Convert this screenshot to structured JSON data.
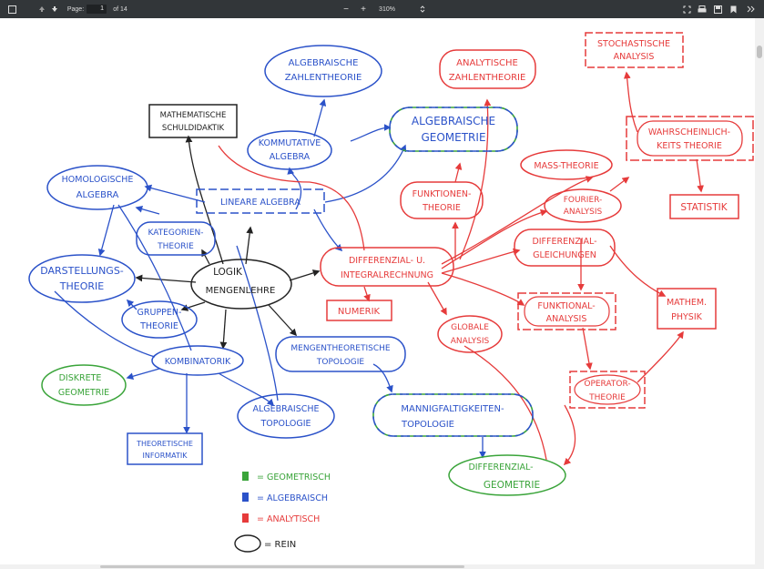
{
  "toolbar": {
    "page_label": "Page:",
    "page_value": "1",
    "page_total": "of 14",
    "zoom_out": "−",
    "zoom_in": "+",
    "zoom_value": "310%"
  },
  "colors": {
    "green": "#3aa43a",
    "blue": "#2b52c9",
    "red": "#e63b3b",
    "black": "#222222",
    "toolbar": "#323639"
  },
  "nodes": {
    "algebraische_zahlentheorie_1": "ALGEBRAISCHE",
    "algebraische_zahlentheorie_2": "ZAHLENTHEORIE",
    "analytische_zahlentheorie_1": "ANALYTISCHE",
    "analytische_zahlentheorie_2": "ZAHLENTHEORIE",
    "stochastische_analysis_1": "STOCHASTISCHE",
    "stochastische_analysis_2": "ANALYSIS",
    "schuldidaktik_1": "MATHEMATISCHE",
    "schuldidaktik_2": "SCHULDIDAKTIK",
    "kommutative_algebra_1": "KOMMUTATIVE",
    "kommutative_algebra_2": "ALGEBRA",
    "algebraische_geometrie_1": "ALGEBRAISCHE",
    "algebraische_geometrie_2": "GEOMETRIE",
    "wahrscheinlichkeitstheorie_1": "WAHRSCHEINLICH-",
    "wahrscheinlichkeitstheorie_2": "KEITS THEORIE",
    "mass_theorie": "MASS-THEORIE",
    "homologische_algebra_1": "HOMOLOGISCHE",
    "homologische_algebra_2": "ALGEBRA",
    "lineare_algebra": "LINEARE ALGEBRA",
    "funktionentheorie_1": "FUNKTIONEN-",
    "funktionentheorie_2": "THEORIE",
    "fourier_analysis_1": "FOURIER-",
    "fourier_analysis_2": "ANALYSIS",
    "statistik": "STATISTIK",
    "kategorientheorie_1": "KATEGORIEN-",
    "kategorientheorie_2": "THEORIE",
    "differentialgleichungen_1": "DIFFERENZIAL-",
    "differentialgleichungen_2": "GLEICHUNGEN",
    "darstellungstheorie_1": "DARSTELLUNGS-",
    "darstellungstheorie_2": "THEORIE",
    "logik_1": "LOGIK",
    "logik_2": "MENGENLEHRE",
    "differential_integral_1": "DIFFERENZIAL-  U.",
    "differential_integral_2": "INTEGRALRECHNUNG",
    "numerik": "NUMERIK",
    "gruppentheorie_1": "GRUPPEN-",
    "gruppentheorie_2": "THEORIE",
    "funktionalanalysis_1": "FUNKTIONAL-",
    "funktionalanalysis_2": "ANALYSIS",
    "mathem_physik_1": "MATHEM.",
    "mathem_physik_2": "PHYSIK",
    "globale_analysis_1": "GLOBALE",
    "globale_analysis_2": "ANALYSIS",
    "mengentheoretische_topologie_1": "MENGENTHEORETISCHE",
    "mengentheoretische_topologie_2": "TOPOLOGIE",
    "kombinatorik": "KOMBINATORIK",
    "diskrete_geometrie_1": "DISKRETE",
    "diskrete_geometrie_2": "GEOMETRIE",
    "operatortheorie_1": "OPERATOR-",
    "operatortheorie_2": "THEORIE",
    "algebraische_topologie_1": "ALGEBRAISCHE",
    "algebraische_topologie_2": "TOPOLOGIE",
    "mannigfaltigkeiten_1": "MANNIGFALTIGKEITEN-",
    "mannigfaltigkeiten_2": "TOPOLOGIE",
    "theoretische_informatik_1": "THEORETISCHE",
    "theoretische_informatik_2": "INFORMATIK",
    "differentialgeometrie_1": "DIFFERENZIAL-",
    "differentialgeometrie_2": "GEOMETRIE"
  },
  "legend": {
    "geometrisch": "= GEOMETRISCH",
    "algebraisch": "= ALGEBRAISCH",
    "analytisch": "= ANALYTISCH",
    "rein": "= REIN"
  }
}
